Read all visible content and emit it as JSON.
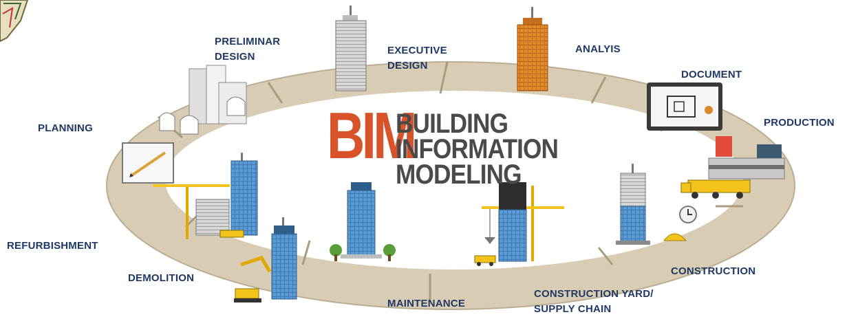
{
  "title": {
    "acronym": "BIM",
    "line1": "BUILDING",
    "line2": "INFORMATION",
    "line3": "MODELING"
  },
  "stages": [
    {
      "id": "preliminary-design",
      "label": "PRELIMINAR\nDESIGN"
    },
    {
      "id": "executive-design",
      "label": "EXECUTIVE\nDESIGN"
    },
    {
      "id": "analysis",
      "label": "ANALYIS"
    },
    {
      "id": "document",
      "label": "DOCUMENT"
    },
    {
      "id": "production",
      "label": "PRODUCTION"
    },
    {
      "id": "planning",
      "label": "PLANNING"
    },
    {
      "id": "refurbishment",
      "label": "REFURBISHMENT"
    },
    {
      "id": "demolition",
      "label": "DEMOLITION"
    },
    {
      "id": "maintenance",
      "label": "MAINTENANCE"
    },
    {
      "id": "construction-yard",
      "label": "CONSTRUCTION YARD/\nSUPPLY CHAIN"
    },
    {
      "id": "construction",
      "label": "CONSTRUCTION"
    }
  ],
  "colors": {
    "ring": "#d8cdb4",
    "ring_edge": "#b9ad92",
    "bim": "#d9532a",
    "title_text": "#4a4a4a",
    "label_text": "#1f3864",
    "glass_blue": "#5b9bd5",
    "building_orange": "#e08a2a",
    "building_gray": "#b8b8b8",
    "crane_yellow": "#f2c31b"
  },
  "icons": [
    "crest-logo-icon",
    "crane-icon",
    "truck-icon",
    "clock-icon",
    "blueprint-icon",
    "tree-icon",
    "excavator-icon"
  ]
}
